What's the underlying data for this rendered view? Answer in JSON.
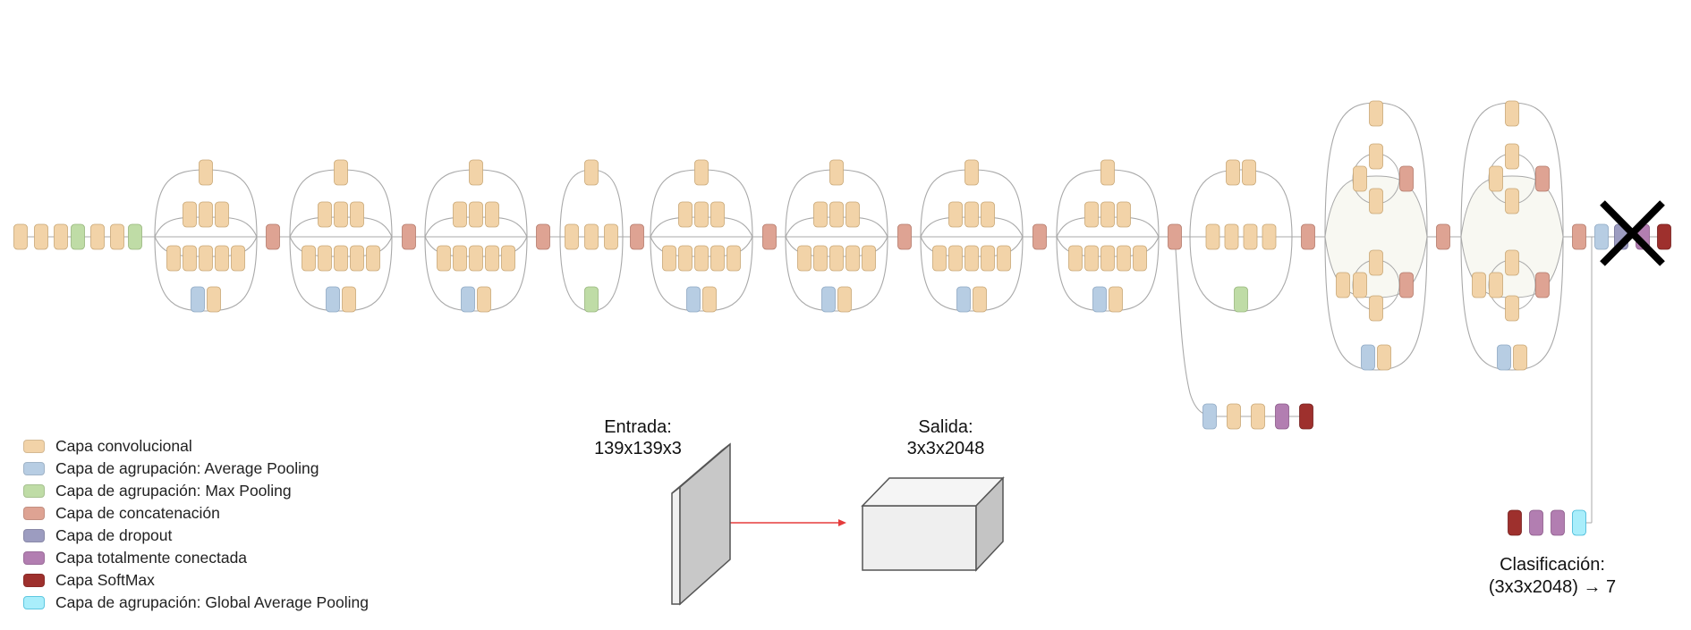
{
  "colors": {
    "conv": "#F2D3A8",
    "avgpool": "#B7CDE3",
    "maxpool": "#BFDCA6",
    "concat": "#DEA393",
    "dropout": "#9C9CC0",
    "fc": "#B27EB1",
    "softmax": "#9E302D",
    "gap": "#A9EEFB"
  },
  "legend": [
    {
      "type": "conv",
      "label": "Capa convolucional"
    },
    {
      "type": "avgpool",
      "label": "Capa de agrupación: Average Pooling"
    },
    {
      "type": "maxpool",
      "label": "Capa de agrupación: Max Pooling"
    },
    {
      "type": "concat",
      "label": "Capa de concatenación"
    },
    {
      "type": "dropout",
      "label": "Capa de dropout"
    },
    {
      "type": "fc",
      "label": "Capa totalmente conectada"
    },
    {
      "type": "softmax",
      "label": "Capa SoftMax"
    },
    {
      "type": "gap",
      "label": "Capa de agrupación: Global Average Pooling"
    }
  ],
  "input": {
    "title": "Entrada:",
    "dims": "139x139x3"
  },
  "output": {
    "title": "Salida:",
    "dims": "3x3x2048"
  },
  "classification": {
    "title": "Clasificación:",
    "dims": "(3x3x2048) → 7"
  }
}
